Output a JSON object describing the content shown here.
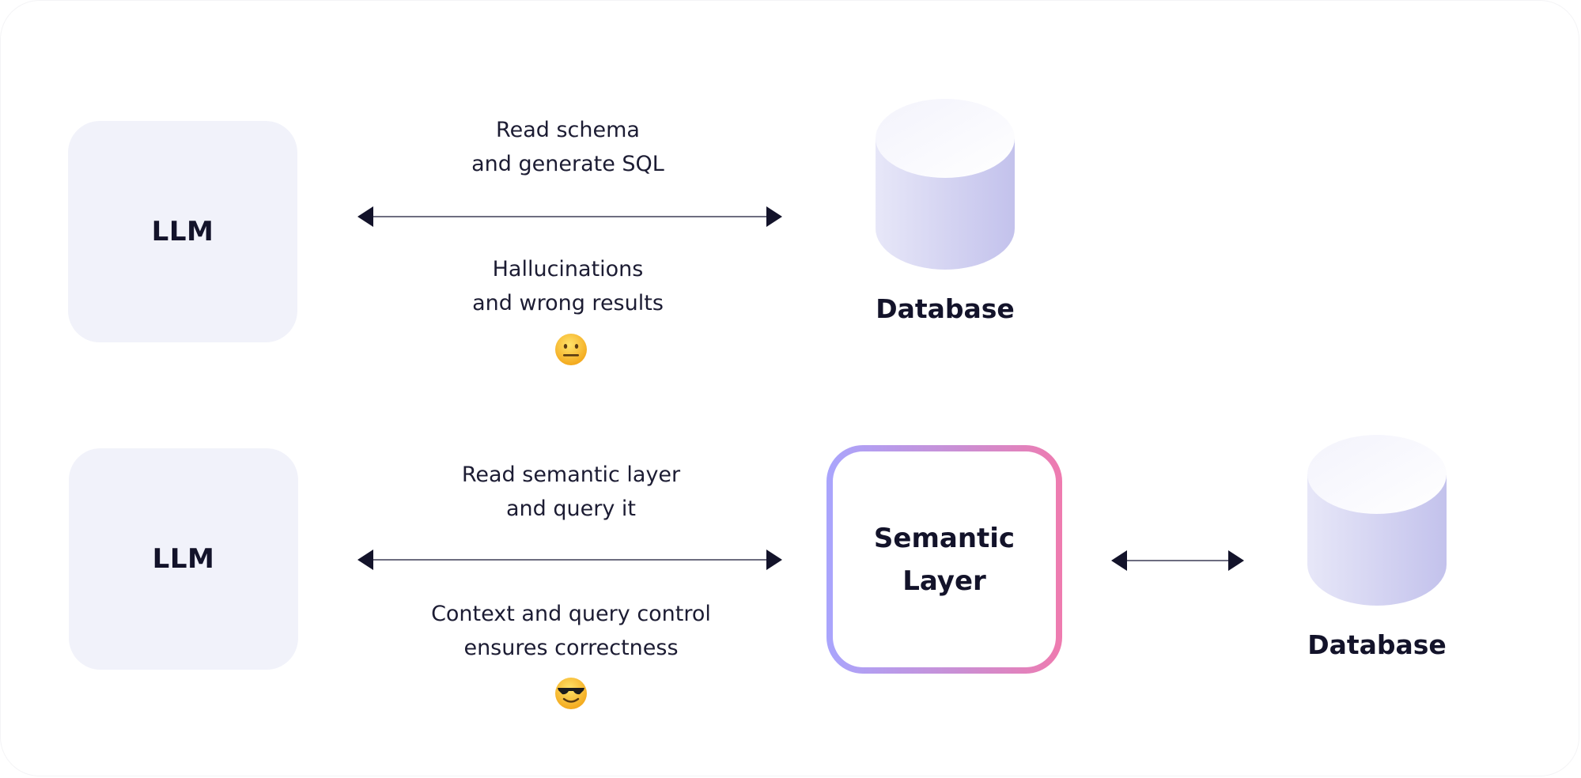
{
  "diagram": {
    "rows": [
      {
        "llm_label": "LLM",
        "top_caption": [
          "Read schema",
          "and generate SQL"
        ],
        "bottom_caption": [
          "Hallucinations",
          "and wrong results"
        ],
        "emoji": "neutral-face",
        "target_label": "Database"
      },
      {
        "llm_label": "LLM",
        "top_caption": [
          "Read semantic layer",
          "and query it"
        ],
        "bottom_caption": [
          "Context and query control",
          "ensures correctness"
        ],
        "emoji": "sunglasses-face",
        "middle_label": [
          "Semantic",
          "Layer"
        ],
        "target_label": "Database"
      }
    ],
    "colors": {
      "box_fill": "#f1f2fa",
      "text": "#13132a",
      "arrow": "#13132a",
      "gradient_start": "#a9a5fd",
      "gradient_end": "#ef7baf",
      "cylinder_light": "#e6e6f8",
      "cylinder_dark": "#c3c2ec"
    }
  }
}
